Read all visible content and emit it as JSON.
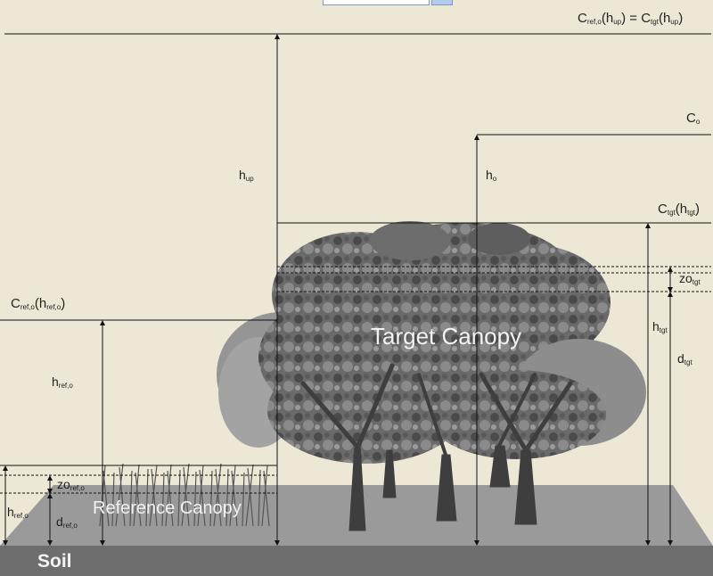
{
  "labels": {
    "c_top": {
      "main": "C",
      "sub": "ref,o",
      "mid": "(h",
      "sub2": "up",
      "end": ") = C",
      "sub3": "tgt",
      "mid2": "(h",
      "sub4": "up",
      "close": ")"
    },
    "c_o": {
      "main": "C",
      "sub": "o"
    },
    "h_up": {
      "main": "h",
      "sub": "up"
    },
    "h_o": {
      "main": "h",
      "sub": "o"
    },
    "c_tgt": {
      "main": "C",
      "sub": "tgt",
      "mid": "(h",
      "sub2": "tgt",
      "close": ")"
    },
    "zo_tgt": {
      "main": "zo",
      "sub": "tgt"
    },
    "h_tgt": {
      "main": "h",
      "sub": "tgt"
    },
    "d_tgt": {
      "main": "d",
      "sub": "tgt"
    },
    "c_ref": {
      "main": "C",
      "sub": "ref,o",
      "mid": "(h",
      "sub2": "ref,o",
      "close": ")"
    },
    "h_ref_mid": {
      "main": "h",
      "sub": "ref,o"
    },
    "zo_ref": {
      "main": "zo",
      "sub": "ref,o"
    },
    "h_ref_low": {
      "main": "h",
      "sub": "ref,o"
    },
    "d_ref": {
      "main": "d",
      "sub": "ref,o"
    }
  },
  "target_canopy": "Target Canopy",
  "reference_canopy": "Reference Canopy",
  "soil": "Soil",
  "colors": {
    "background": "#ede8d5",
    "ground": "#9a9a9a",
    "soil": "#6e6e6e",
    "foliage_dark": "#4c4c4c",
    "foliage_mid": "#7a7a7a",
    "foliage_light": "#a8a8a8",
    "trunk": "#3e3e3e"
  }
}
